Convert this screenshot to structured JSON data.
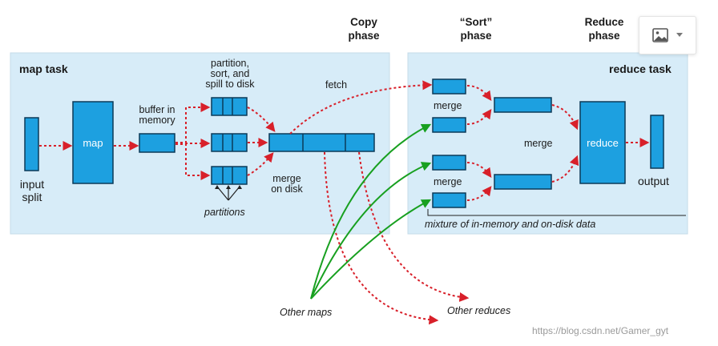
{
  "phases": {
    "copy": "Copy\nphase",
    "sort": "“Sort”\nphase",
    "reduce": "Reduce\nphase"
  },
  "map_task": {
    "title": "map task",
    "input_split": "input\nsplit",
    "map": "map",
    "buffer": "buffer in\nmemory",
    "partition_note": "partition,\nsort, and\nspill to disk",
    "partitions": "partitions",
    "merge_on_disk": "merge\non disk"
  },
  "fetch": "fetch",
  "reduce_task": {
    "title": "reduce task",
    "merge_top": "merge",
    "merge_bottom": "merge",
    "merge_mid": "merge",
    "reduce": "reduce",
    "output": "output",
    "mixture": "mixture of in-memory and on-disk data"
  },
  "other_maps": "Other maps",
  "other_reduces": "Other reduces",
  "watermark": "https://blog.csdn.net/Gamer_gyt",
  "toolbar": {
    "image_icon": "image-icon",
    "chevron": "chevron-down-icon"
  },
  "colors": {
    "panel": "#d7ecf8",
    "box": "#1da0e0",
    "box_border": "#0b3a58",
    "red_arrow": "#d8202a",
    "green_arrow": "#18a020"
  }
}
